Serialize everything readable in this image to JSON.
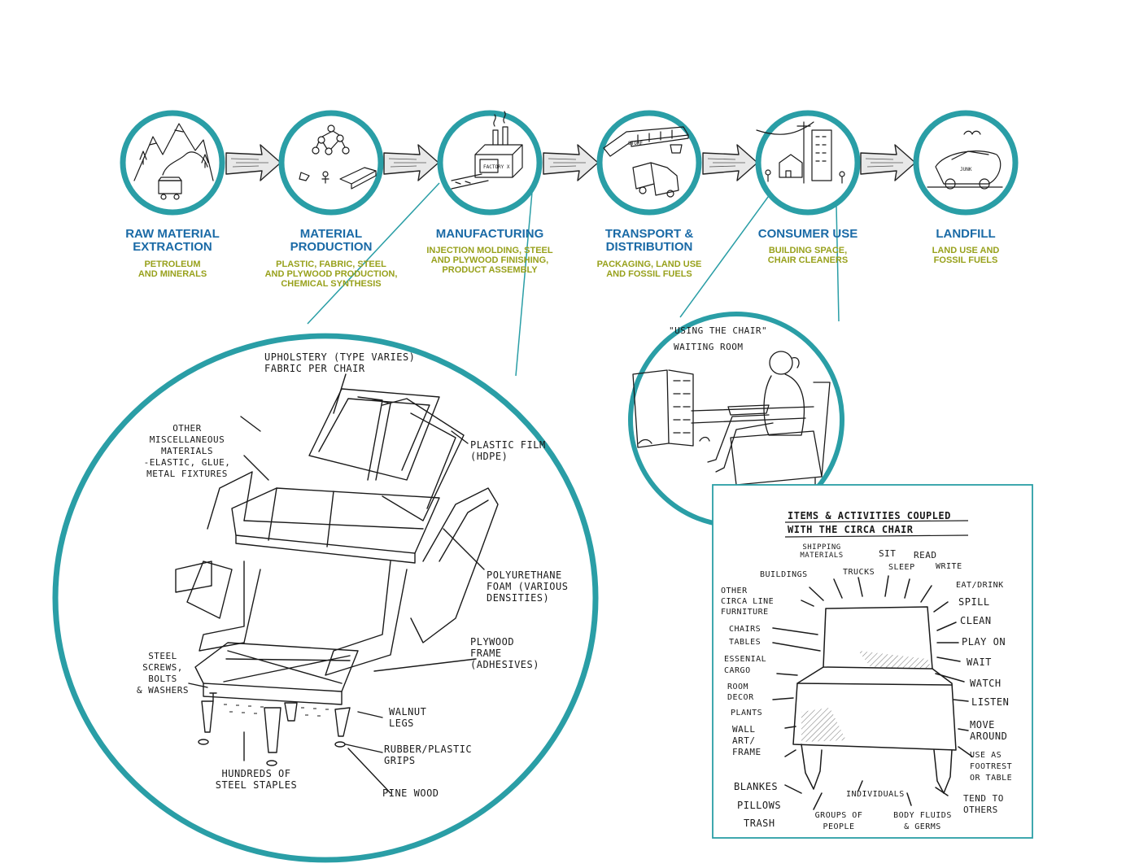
{
  "stages": [
    {
      "title": "RAW MATERIAL\nEXTRACTION",
      "subtitle": "PETROLEUM\nAND MINERALS"
    },
    {
      "title": "MATERIAL\nPRODUCTION",
      "subtitle": "PLASTIC, FABRIC, STEEL\nAND PLYWOOD PRODUCTION,\nCHEMICAL SYNTHESIS"
    },
    {
      "title": "MANUFACTURING",
      "subtitle": "INJECTION MOLDING, STEEL\nAND PLYWOOD FINISHING,\nPRODUCT ASSEMBLY"
    },
    {
      "title": "TRANSPORT &\nDISTRIBUTION",
      "subtitle": "PACKAGING, LAND USE\nAND FOSSIL FUELS"
    },
    {
      "title": "CONSUMER USE",
      "subtitle": "BUILDING SPACE,\nCHAIR CLEANERS"
    },
    {
      "title": "LANDFILL",
      "subtitle": "LAND USE AND\nFOSSIL FUELS"
    }
  ],
  "icon_text": {
    "factory": "FACTORY X",
    "store": "STORE",
    "junk": "JUNK"
  },
  "chair_labels": {
    "upholstery": "UPHOLSTERY (TYPE VARIES)\nFABRIC      PER CHAIR",
    "other_materials": "OTHER\nMISCELLANEOUS\nMATERIALS\n-ELASTIC, GLUE,\nMETAL FIXTURES",
    "plastic_film": "PLASTIC FILM\n(HDPE)",
    "foam": "POLYURETHANE\nFOAM (VARIOUS\nDENSITIES)",
    "plywood": "PLYWOOD\nFRAME\n(ADHESIVES)",
    "screws": "STEEL\nSCREWS,\nBOLTS\n& WASHERS",
    "walnut": "WALNUT\nLEGS",
    "grips": "RUBBER/PLASTIC\nGRIPS",
    "staples": "HUNDREDS OF\nSTEEL STAPLES",
    "pine": "PINE WOOD"
  },
  "use_scene": {
    "line1": "\"USING THE CHAIR\"",
    "line2": "WAITING ROOM"
  },
  "items_box": {
    "title": "ITEMS & ACTIVITIES COUPLED\nWITH THE CIRCA CHAIR",
    "labels": [
      "SHIPPING\nMATERIALS",
      "SIT",
      "READ",
      "BUILDINGS",
      "TRUCKS",
      "SLEEP",
      "WRITE",
      "OTHER\nCIRCA LINE\nFURNITURE",
      "EAT/DRINK",
      "SPILL",
      "CHAIRS",
      "CLEAN",
      "TABLES",
      "PLAY ON",
      "ESSENIAL\nCARGO",
      "WAIT",
      "ROOM\nDECOR",
      "WATCH",
      "LISTEN",
      "PLANTS",
      "WALL\nART/\nFRAME",
      "MOVE\nAROUND",
      "USE AS\nFOOTREST\nOR TABLE",
      "BLANKES",
      "INDIVIDUALS",
      "TEND TO\nOTHERS",
      "PILLOWS",
      "TRASH",
      "GROUPS OF\nPEOPLE",
      "BODY FLUIDS\n& GERMS"
    ]
  },
  "colors": {
    "teal": "#2a9ea6",
    "title_blue": "#1a6aa6",
    "sub_olive": "#98a11c",
    "ink": "#1a1a1a"
  }
}
